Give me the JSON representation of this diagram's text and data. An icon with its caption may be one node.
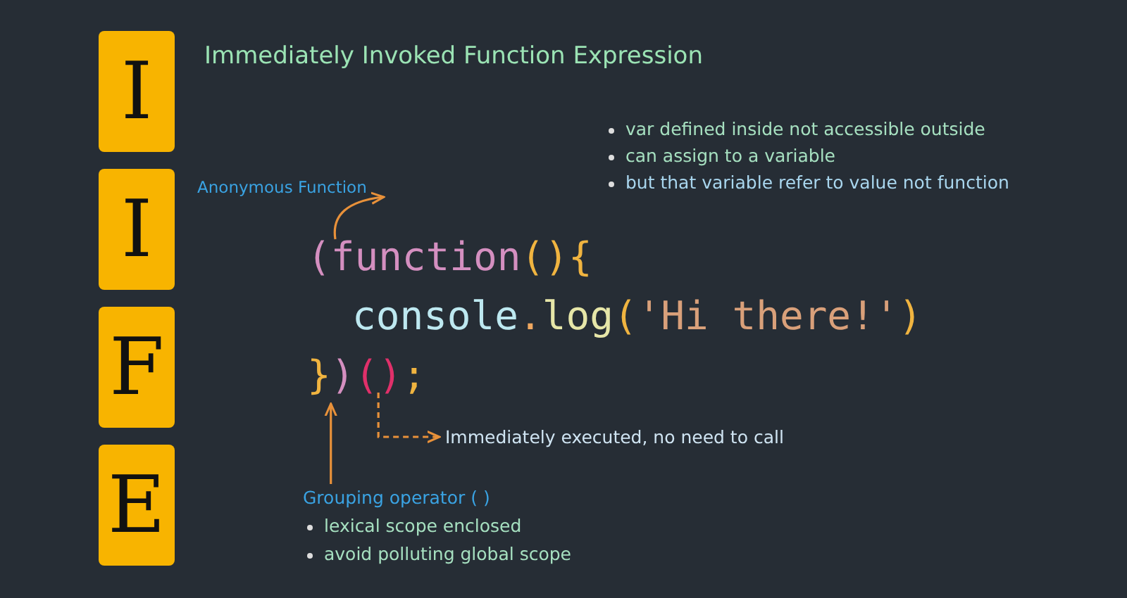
{
  "diagram": {
    "title": "Immediately Invoked Function Expression",
    "nodes": [
      {
        "text": [
          "I"
        ]
      },
      {
        "text": [
          "I"
        ]
      },
      {
        "text": [
          "F"
        ]
      },
      {
        "text": [
          "E"
        ]
      },
      {
        "text": [
          "Anonymous Function"
        ]
      },
      {
        "text": [
          "(function(){"
        ]
      },
      {
        "text": [
          "})"
        ]
      },
      {
        "text": [
          "()"
        ]
      },
      {
        "text": [
          "Immediately executed, no need to call"
        ]
      },
      {
        "text": [
          "Grouping operator ( )"
        ]
      }
    ],
    "edges": [
      {
        "from": 5,
        "to": 4,
        "arrow": "to"
      },
      {
        "from": 9,
        "to": 6,
        "arrow": "to"
      },
      {
        "from": 7,
        "to": 8,
        "arrow": "to",
        "style": "dashed"
      }
    ],
    "labels": [
      "var defined inside not accessible outside",
      "can assign to a variable",
      "but that variable refer to value not function",
      "console.log('Hi there!')",
      ";",
      "lexical scope enclosed",
      "avoid polluting global scope"
    ]
  }
}
